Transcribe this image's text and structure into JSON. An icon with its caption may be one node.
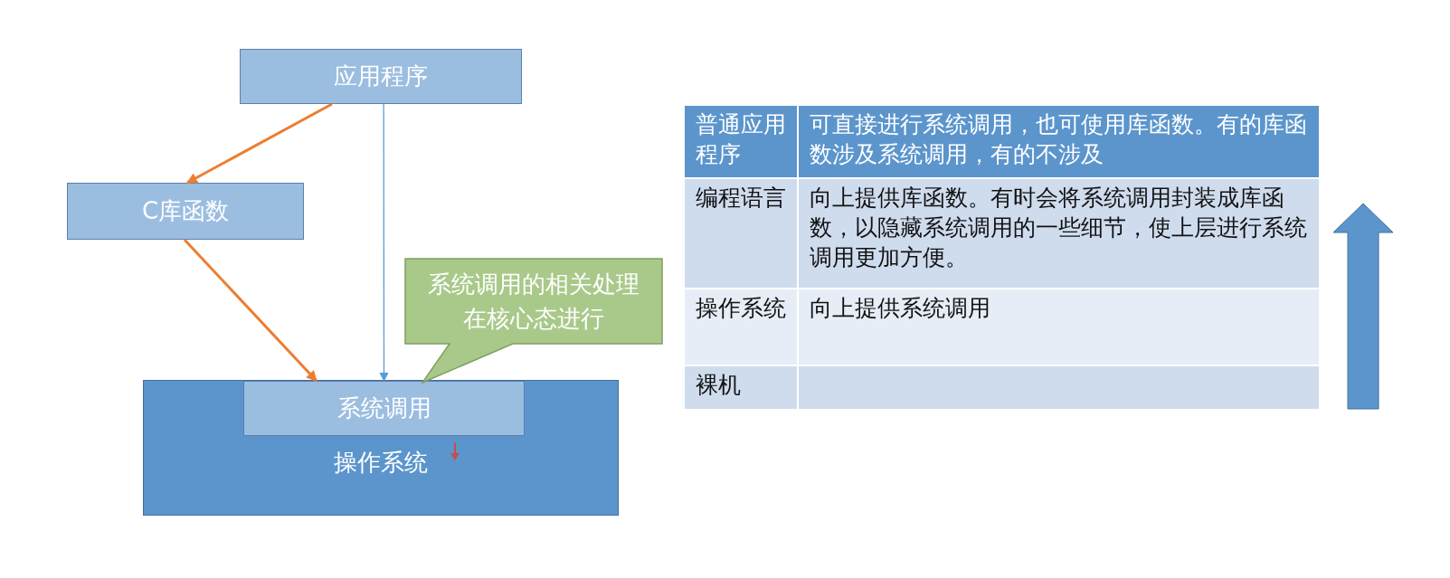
{
  "diagram": {
    "nodes": [
      {
        "text": [
          "应用程序"
        ]
      },
      {
        "text": [
          "C库函数"
        ]
      },
      {
        "text": [
          "操作系统"
        ]
      },
      {
        "text": [
          "系统调用"
        ],
        "in": 2
      },
      {
        "text": [
          "系统调用的相关处理在核心态进行"
        ]
      }
    ],
    "edges": [
      {
        "from": 0,
        "to": 1,
        "arrow": "to"
      },
      {
        "from": 1,
        "to": 3,
        "arrow": "to"
      },
      {
        "from": 0,
        "to": 3,
        "arrow": "to",
        "color": "#5b9bd5"
      }
    ],
    "labels": [
      "普通应用程序",
      "可直接进行系统调用，也可使用库函数。有的库函数涉及系统调用，有的不涉及",
      "编程语言",
      "向上提供库函数。有时会将系统调用封装成库函数，以隐藏系统调用的一些细节，使上层进行系统调用更加方便。",
      "操作系统",
      "向上提供系统调用",
      "裸机"
    ]
  }
}
